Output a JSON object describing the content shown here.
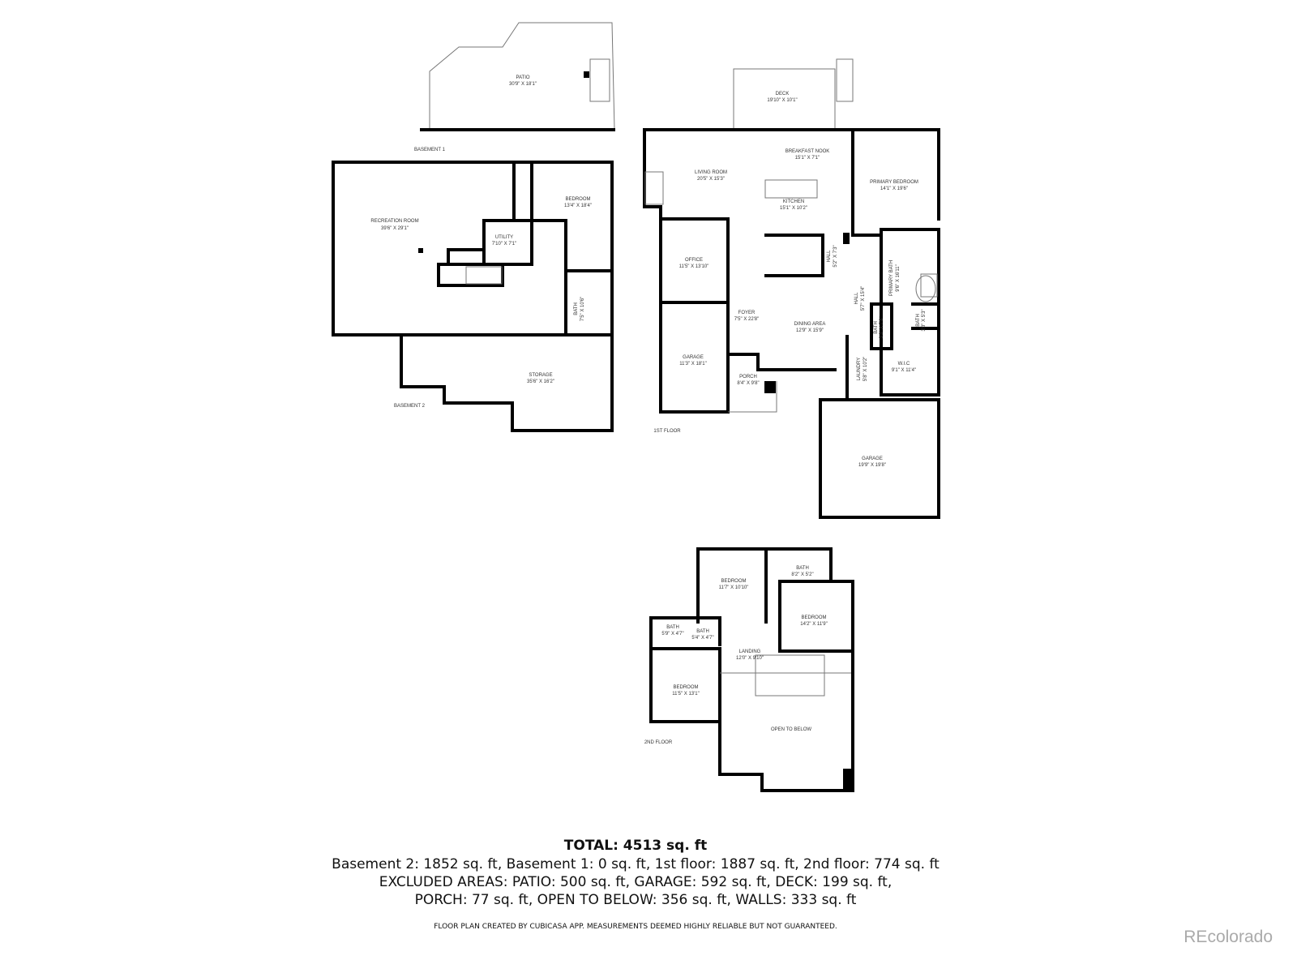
{
  "basement": {
    "patio": {
      "name": "PATIO",
      "dim": "30'9\" X 18'1\""
    },
    "label_b1": "BASEMENT 1",
    "recreation": {
      "name": "RECREATION ROOM",
      "dim": "39'6\" X 29'1\""
    },
    "bedroom": {
      "name": "BEDROOM",
      "dim": "13'4\" X 18'4\""
    },
    "utility": {
      "name": "UTILITY",
      "dim": "7'10\" X 7'1\""
    },
    "bath": {
      "name": "BATH",
      "dim": "7'5\" X 10'6\""
    },
    "storage": {
      "name": "STORAGE",
      "dim": "35'6\" X 16'2\""
    },
    "label_b2": "BASEMENT 2"
  },
  "first_floor": {
    "deck": {
      "name": "DECK",
      "dim": "19'10\" X 10'1\""
    },
    "breakfast": {
      "name": "BREAKFAST NOOK",
      "dim": "15'1\" X 7'1\""
    },
    "living": {
      "name": "LIVING ROOM",
      "dim": "20'5\" X 15'3\""
    },
    "kitchen": {
      "name": "KITCHEN",
      "dim": "15'1\" X 10'2\""
    },
    "primary_bedroom": {
      "name": "PRIMARY BEDROOM",
      "dim": "14'1\" X 19'6\""
    },
    "office": {
      "name": "OFFICE",
      "dim": "11'5\" X 13'10\""
    },
    "hall1": {
      "name": "HALL",
      "dim": "5'2\" X 7'3\""
    },
    "primary_bath": {
      "name": "PRIMARY BATH",
      "dim": "9'6\" X 16'11\""
    },
    "hall2": {
      "name": "HALL",
      "dim": "5'7\" X 15'4\""
    },
    "foyer": {
      "name": "FOYER",
      "dim": "7'5\" X 22'8\""
    },
    "dining": {
      "name": "DINING AREA",
      "dim": "12'9\" X 15'9\""
    },
    "bath1": {
      "name": "BATH",
      "dim": "3'3\" X 7'8\""
    },
    "bath2": {
      "name": "BATH",
      "dim": "3'8\" X 5'3\""
    },
    "garage1": {
      "name": "GARAGE",
      "dim": "11'3\" X 18'1\""
    },
    "laundry": {
      "name": "LAUNDRY",
      "dim": "5'8\" X 10'2\""
    },
    "wic": {
      "name": "W.I.C",
      "dim": "9'1\" X 11'4\""
    },
    "porch": {
      "name": "PORCH",
      "dim": "8'4\" X 9'8\""
    },
    "label": "1ST FLOOR",
    "garage2": {
      "name": "GARAGE",
      "dim": "19'9\" X 19'8\""
    }
  },
  "second_floor": {
    "bedroom1": {
      "name": "BEDROOM",
      "dim": "11'7\" X 10'10\""
    },
    "bath1": {
      "name": "BATH",
      "dim": "8'2\" X 5'2\""
    },
    "bedroom2": {
      "name": "BEDROOM",
      "dim": "14'2\" X 11'9\""
    },
    "bath2": {
      "name": "BATH",
      "dim": "5'9\" X 4'7\""
    },
    "bath3": {
      "name": "BATH",
      "dim": "5'4\" X 4'7\""
    },
    "landing": {
      "name": "LANDING",
      "dim": "12'0\" X 9'10\""
    },
    "bedroom3": {
      "name": "BEDROOM",
      "dim": "11'5\" X 13'1\""
    },
    "open": {
      "name": "OPEN TO BELOW"
    },
    "label": "2ND FLOOR"
  },
  "summary": {
    "total": "TOTAL: 4513 sq. ft",
    "line1": "Basement 2: 1852 sq. ft, Basement 1: 0 sq. ft, 1st floor: 1887 sq. ft, 2nd floor: 774 sq. ft",
    "line2": "EXCLUDED AREAS: PATIO: 500 sq. ft, GARAGE: 592 sq. ft, DECK: 199 sq. ft,",
    "line3": "PORCH: 77 sq. ft, OPEN TO BELOW: 356 sq. ft, WALLS: 333 sq. ft",
    "disclaimer": "FLOOR PLAN CREATED BY CUBICASA APP. MEASUREMENTS DEEMED HIGHLY RELIABLE BUT NOT GUARANTEED."
  },
  "brand": "REcolorado"
}
